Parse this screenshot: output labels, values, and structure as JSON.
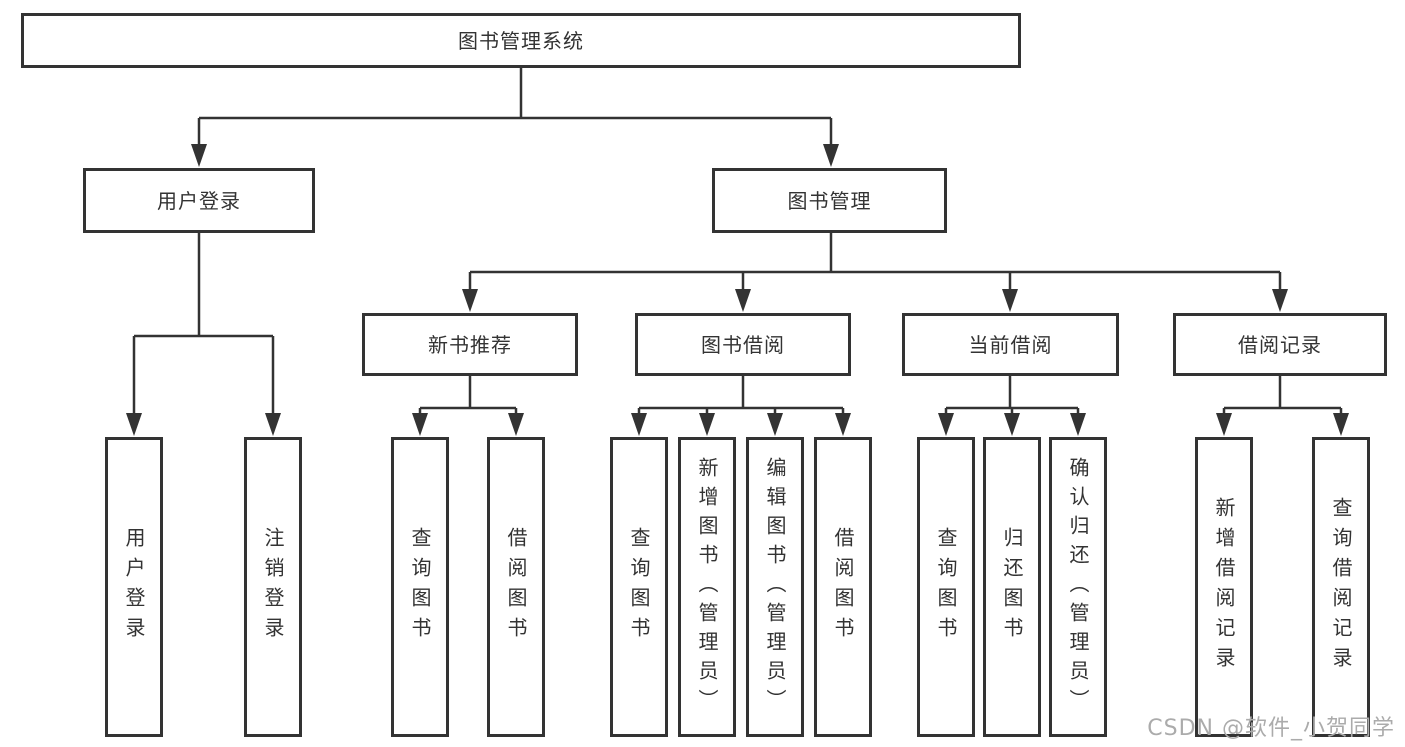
{
  "watermark": {
    "text": "CSDN @软件_小贺同学",
    "color": "#ababab"
  },
  "colors": {
    "line": "#333333",
    "box_border": "#333333",
    "text": "#333333",
    "watermark": "#ababab",
    "background": "#ffffff"
  },
  "tree": {
    "label": "图书管理系统",
    "children": [
      {
        "label": "用户登录",
        "children": [
          {
            "label": "用户登录"
          },
          {
            "label": "注销登录"
          }
        ]
      },
      {
        "label": "图书管理",
        "children": [
          {
            "label": "新书推荐",
            "children": [
              {
                "label": "查询图书"
              },
              {
                "label": "借阅图书"
              }
            ]
          },
          {
            "label": "图书借阅",
            "children": [
              {
                "label": "查询图书"
              },
              {
                "label": "新增图书（管理员）"
              },
              {
                "label": "编辑图书（管理员）"
              },
              {
                "label": "借阅图书"
              }
            ]
          },
          {
            "label": "当前借阅",
            "children": [
              {
                "label": "查询图书"
              },
              {
                "label": "归还图书"
              },
              {
                "label": "确认归还（管理员）"
              }
            ]
          },
          {
            "label": "借阅记录",
            "children": [
              {
                "label": "新增借阅记录"
              },
              {
                "label": "查询借阅记录"
              }
            ]
          }
        ]
      }
    ]
  }
}
